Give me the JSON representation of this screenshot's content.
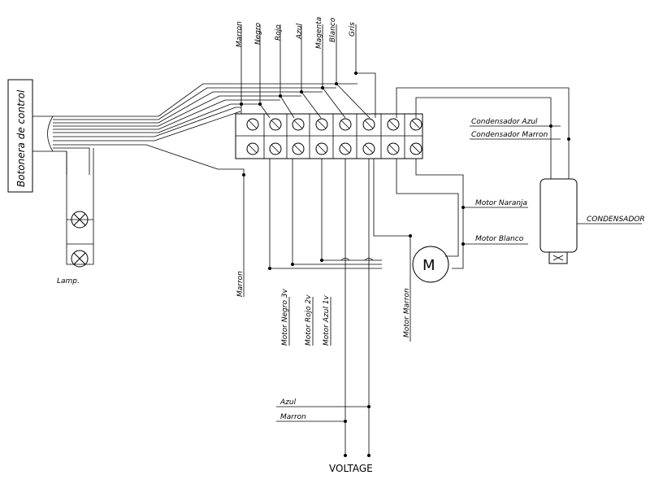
{
  "control_panel": {
    "label": "Botonera de control"
  },
  "lamp": {
    "label": "Lamp."
  },
  "top_wires": [
    "Marron",
    "Negro",
    "Rojo",
    "Azul",
    "Magenta",
    "Blanco",
    "Gris"
  ],
  "left_marron": "Marron",
  "motor_wires": {
    "negro": "Motor Negro 3v",
    "rojo": "Motor Rojo 2v",
    "azul": "Motor Azul 1v",
    "marron": "Motor Marron"
  },
  "motor_side": {
    "naranja": "Motor Naranja",
    "blanco": "Motor Blanco"
  },
  "motor": {
    "symbol": "M"
  },
  "condensador_wires": {
    "azul": "Condensador Azul",
    "marron": "Condensador  Marron"
  },
  "condensador": {
    "label": "CONDENSADOR"
  },
  "voltage_wires": {
    "azul": "Azul",
    "marron": "Marron"
  },
  "voltage": {
    "label": "VOLTAGE"
  }
}
